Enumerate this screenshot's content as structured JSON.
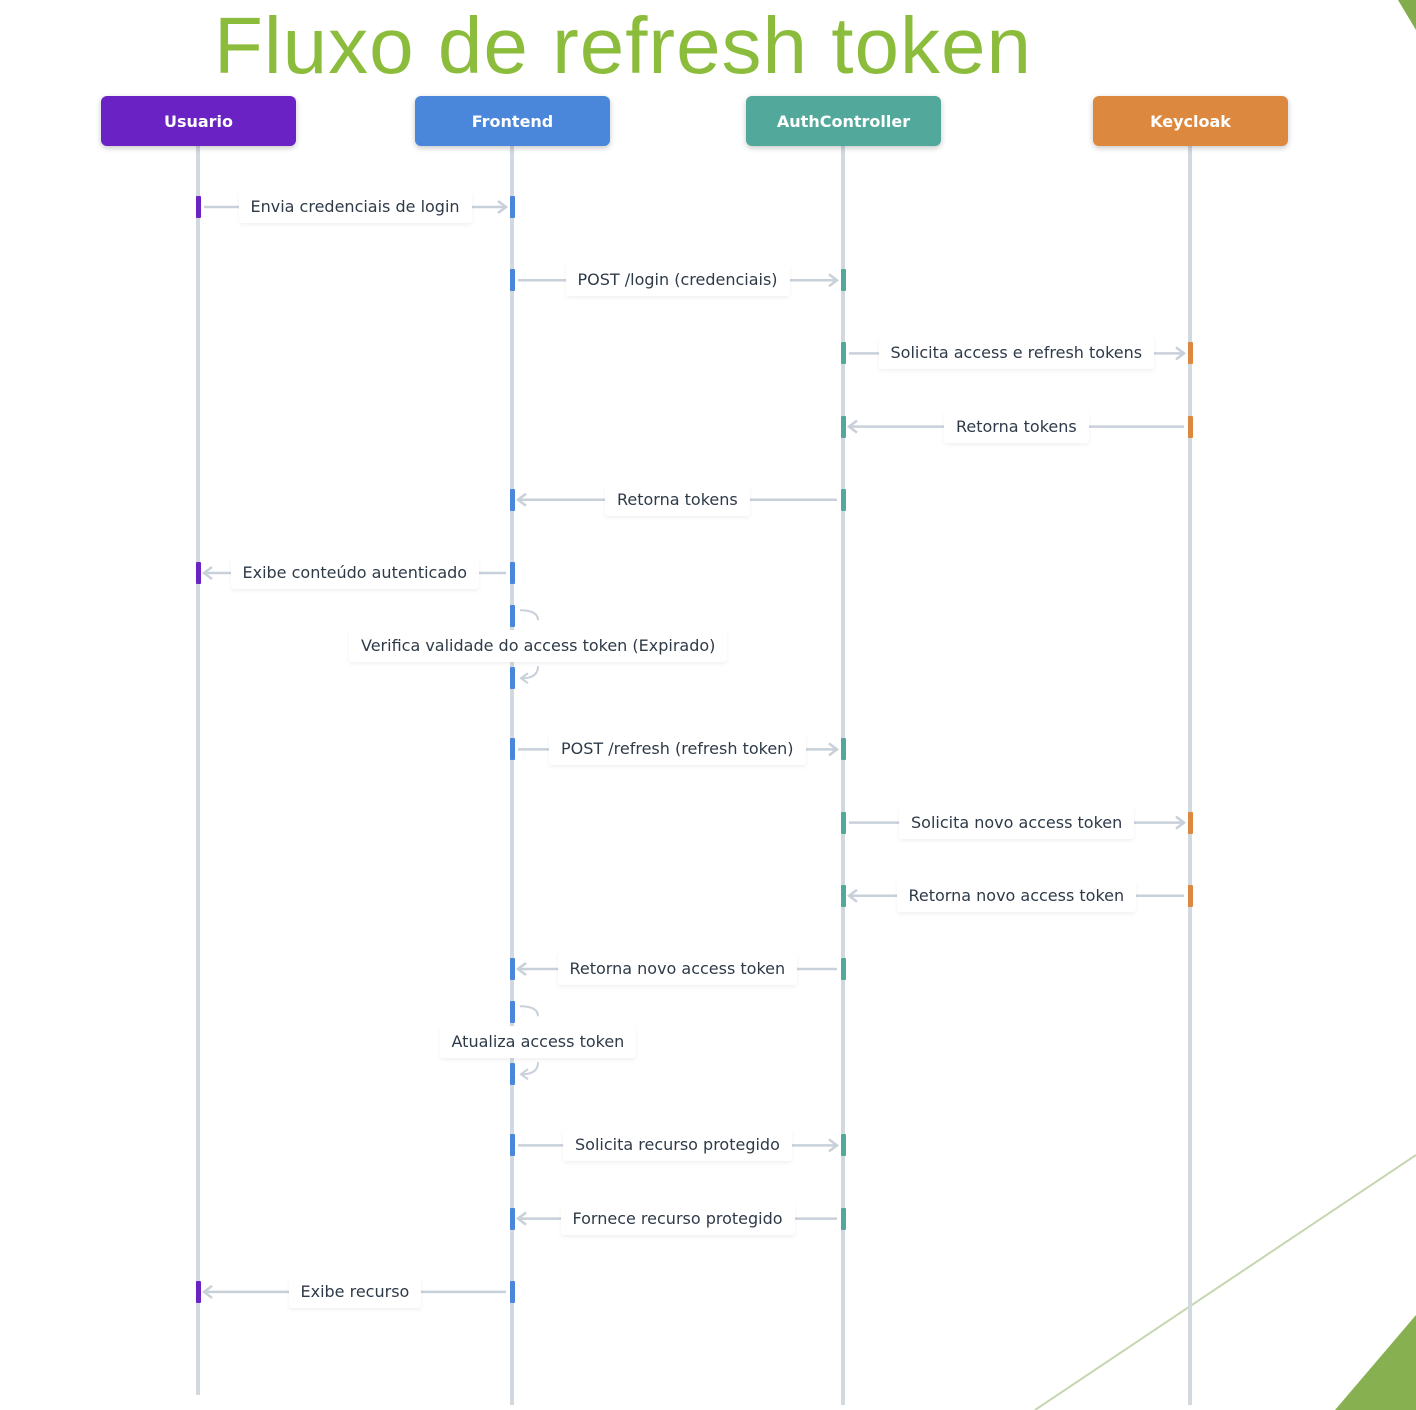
{
  "title": "Fluxo de refresh token",
  "actors": [
    {
      "name": "Usuario",
      "color": "#6a22c4"
    },
    {
      "name": "Frontend",
      "color": "#4a86d9"
    },
    {
      "name": "AuthController",
      "color": "#52a89b"
    },
    {
      "name": "Keycloak",
      "color": "#dc883e"
    }
  ],
  "messages": [
    {
      "from": 0,
      "to": 1,
      "label": "Envia credenciais de login"
    },
    {
      "from": 1,
      "to": 2,
      "label": "POST /login (credenciais)"
    },
    {
      "from": 2,
      "to": 3,
      "label": "Solicita access e refresh tokens"
    },
    {
      "from": 3,
      "to": 2,
      "label": "Retorna tokens"
    },
    {
      "from": 2,
      "to": 1,
      "label": "Retorna tokens"
    },
    {
      "from": 1,
      "to": 0,
      "label": "Exibe conteúdo autenticado"
    },
    {
      "from": 1,
      "to": 1,
      "label": "Verifica validade do access token (Expirado)"
    },
    {
      "from": 1,
      "to": 2,
      "label": "POST /refresh (refresh token)"
    },
    {
      "from": 2,
      "to": 3,
      "label": "Solicita novo access token"
    },
    {
      "from": 3,
      "to": 2,
      "label": "Retorna novo access token"
    },
    {
      "from": 2,
      "to": 1,
      "label": "Retorna novo access token"
    },
    {
      "from": 1,
      "to": 1,
      "label": "Atualiza access token"
    },
    {
      "from": 1,
      "to": 2,
      "label": "Solicita recurso protegido"
    },
    {
      "from": 2,
      "to": 1,
      "label": "Fornece recurso protegido"
    },
    {
      "from": 1,
      "to": 0,
      "label": "Exibe recurso"
    }
  ],
  "colors": {
    "title": "#8cbc3c",
    "line": "#d2d8e0",
    "arrow": "#c8d0da",
    "text": "#2e3a48"
  }
}
